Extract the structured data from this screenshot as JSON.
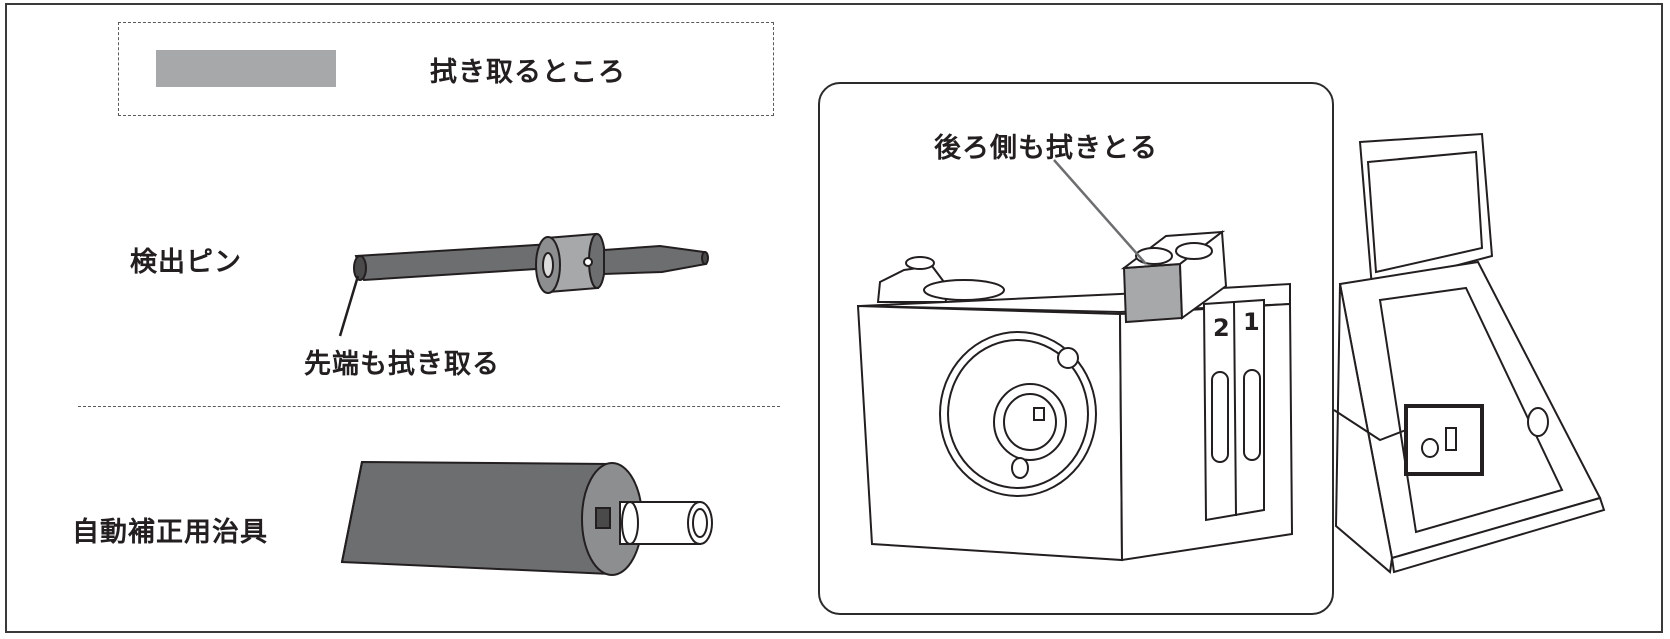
{
  "legend": {
    "text": "拭き取るところ",
    "swatch_color": "#a7a8aa"
  },
  "parts": {
    "detection_pin": {
      "label": "検出ピン",
      "callout": "先端も拭き取る"
    },
    "correction_jig": {
      "label": "自動補正用治具"
    }
  },
  "zoom_view": {
    "callout": "後ろ側も拭きとる",
    "slot_numbers": [
      "2",
      "1"
    ]
  },
  "colors": {
    "wipe_area": "#a7a8aa",
    "outline": "#231f20",
    "dark_part": "#6d6e70"
  }
}
